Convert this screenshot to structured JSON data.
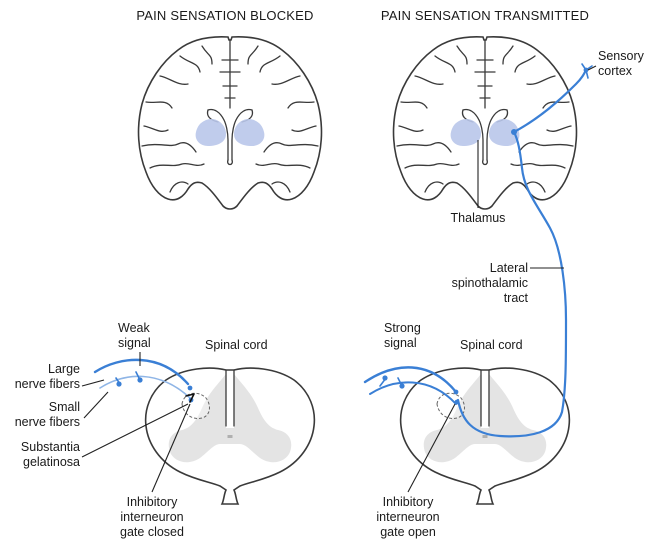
{
  "colors": {
    "nerve": "#3a7fd5",
    "nerve_light": "#8fb5e6",
    "thalamus": "#b9c6ea",
    "outline": "#3a3a3a",
    "gray_matter": "#e4e4e4"
  },
  "left_panel": {
    "heading": "PAIN SENSATION BLOCKED",
    "signal_label": [
      "Weak",
      "signal"
    ],
    "cord_label": "Spinal cord",
    "large_fibers_label": [
      "Large",
      "nerve fibers"
    ],
    "small_fibers_label": [
      "Small",
      "nerve fibers"
    ],
    "substantia_label": [
      "Substantia",
      "gelatinosa"
    ],
    "interneuron_label": [
      "Inhibitory",
      "interneuron",
      "gate closed"
    ]
  },
  "right_panel": {
    "heading": "PAIN SENSATION TRANSMITTED",
    "sensory_cortex_label": [
      "Sensory",
      "cortex"
    ],
    "thalamus_label": "Thalamus",
    "tract_label": [
      "Lateral",
      "spinothalamic",
      "tract"
    ],
    "signal_label": [
      "Strong",
      "signal"
    ],
    "cord_label": "Spinal cord",
    "interneuron_label": [
      "Inhibitory",
      "interneuron",
      "gate open"
    ]
  }
}
